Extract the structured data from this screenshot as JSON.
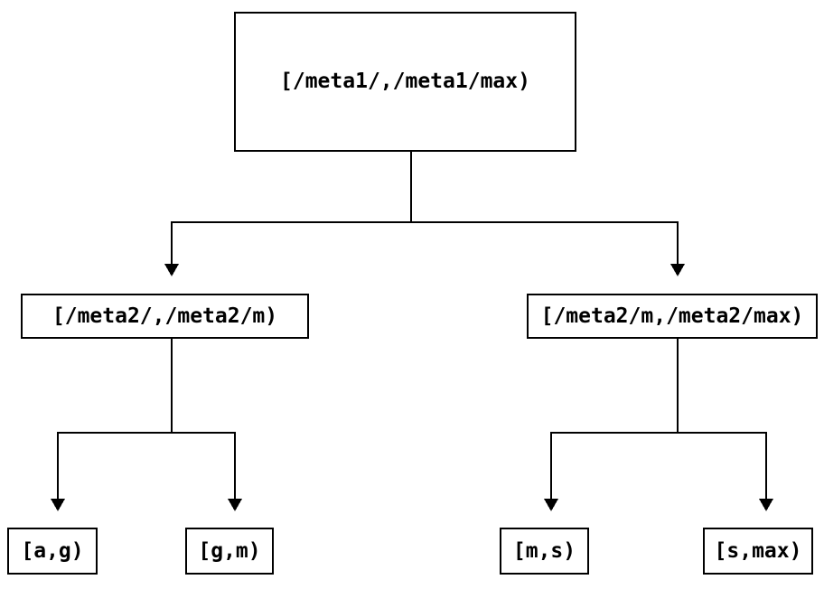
{
  "diagram": {
    "type": "tree",
    "colors": {
      "background": "#ffffff",
      "line": "#000000",
      "text": "#000000"
    },
    "nodes": {
      "root": {
        "label": "[/meta1/,/meta1/max)"
      },
      "branch_left": {
        "label": "[/meta2/,/meta2/m)"
      },
      "branch_right": {
        "label": "[/meta2/m,/meta2/max)"
      },
      "leaf_ag": {
        "label": "[a,g)"
      },
      "leaf_gm": {
        "label": "[g,m)"
      },
      "leaf_ms": {
        "label": "[m,s)"
      },
      "leaf_smax": {
        "label": "[s,max)"
      }
    }
  }
}
